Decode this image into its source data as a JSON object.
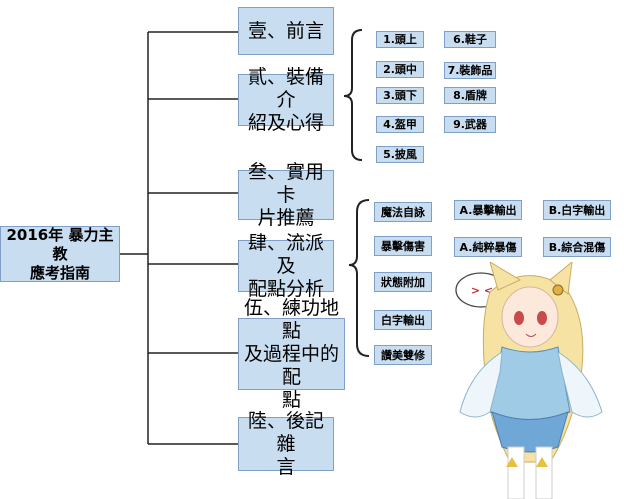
{
  "root": {
    "title_line1": "2016年 暴力主教",
    "title_line2": "應考指南"
  },
  "chapters": [
    {
      "line1": "壹、前言",
      "line2": "",
      "line3": ""
    },
    {
      "line1": "貳、裝備介",
      "line2": "紹及心得",
      "line3": ""
    },
    {
      "line1": "叁、實用卡",
      "line2": "片推薦",
      "line3": ""
    },
    {
      "line1": "肆、流派及",
      "line2": "配點分析",
      "line3": ""
    },
    {
      "line1": "伍、練功地點",
      "line2": "及過程中的配",
      "line3": "點"
    },
    {
      "line1": "陸、後記雜",
      "line2": "言",
      "line3": ""
    }
  ],
  "equipment": [
    "1.頭上",
    "2.頭中",
    "3.頭下",
    "4.盔甲",
    "5.披風",
    "6.鞋子",
    "7.裝飾品",
    "8.盾牌",
    "9.武器"
  ],
  "builds": {
    "column1": [
      "魔法自詠",
      "暴擊傷害",
      "狀態附加",
      "白字輸出",
      "讚美雙修"
    ],
    "column2": [
      "A.暴擊輸出",
      "A.純粹暴傷"
    ],
    "column3": [
      "B.白字輸出",
      "B.綜合混傷"
    ]
  },
  "illustration": {
    "bubble_text": "> <"
  },
  "colors": {
    "box_fill": "#c9ddf1",
    "box_border": "#7f9fc7",
    "line": "#222222"
  }
}
